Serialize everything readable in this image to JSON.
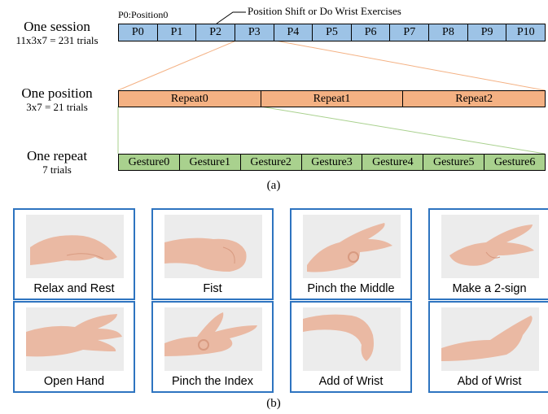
{
  "colors": {
    "session": "#9dc3e6",
    "position": "#f4b183",
    "repeat": "#a9d18e",
    "tile_border": "#2e74c0",
    "skin": "#eab9a3",
    "photo_bg": "#ececec"
  },
  "annotations": {
    "p0": "P0:Position0",
    "shift": "Position Shift or Do Wrist Exercises"
  },
  "session": {
    "label": "One session",
    "sub": "11x3x7 = 231 trials",
    "cells": [
      "P0",
      "P1",
      "P2",
      "P3",
      "P4",
      "P5",
      "P6",
      "P7",
      "P8",
      "P9",
      "P10"
    ]
  },
  "position": {
    "label": "One position",
    "sub": "3x7 = 21 trials",
    "cells": [
      "Repeat0",
      "Repeat1",
      "Repeat2"
    ]
  },
  "repeat": {
    "label": "One repeat",
    "sub": "7 trials",
    "cells": [
      "Gesture0",
      "Gesture1",
      "Gesture2",
      "Gesture3",
      "Gesture4",
      "Gesture5",
      "Gesture6"
    ]
  },
  "captions": {
    "a": "(a)",
    "b": "(b)"
  },
  "gestures": [
    {
      "label": "Relax and Rest",
      "icon": "hand-relaxed-icon"
    },
    {
      "label": "Fist",
      "icon": "hand-fist-icon"
    },
    {
      "label": "Pinch the Middle",
      "icon": "hand-pinch-middle-icon"
    },
    {
      "label": "Make a 2-sign",
      "icon": "hand-two-sign-icon"
    },
    {
      "label": "Open Hand",
      "icon": "hand-open-icon"
    },
    {
      "label": "Pinch the Index",
      "icon": "hand-pinch-index-icon"
    },
    {
      "label": "Add of Wrist",
      "icon": "wrist-adduction-icon"
    },
    {
      "label": "Abd of Wrist",
      "icon": "wrist-abduction-icon"
    }
  ]
}
